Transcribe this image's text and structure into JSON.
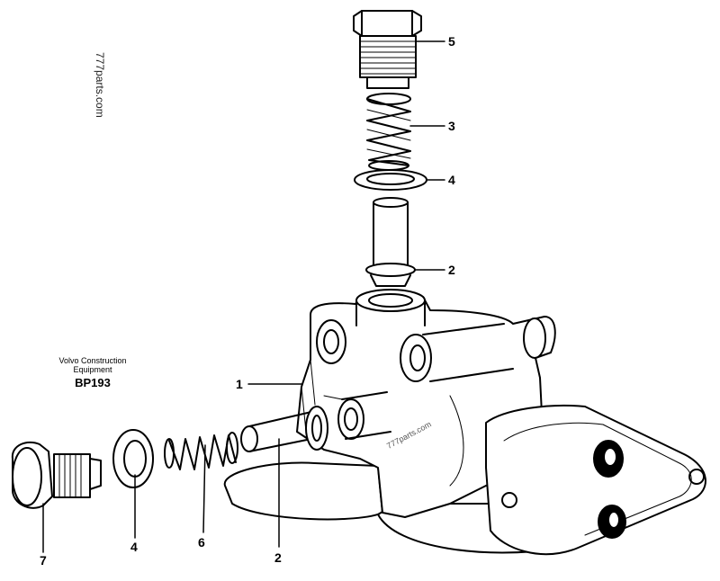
{
  "watermark": "777parts.com",
  "watermark_inner": "777parts.com",
  "caption": {
    "line1": "Volvo Construction",
    "line2": "Equipment",
    "code": "BP193"
  },
  "callouts": {
    "c1": "1",
    "c2_top": "2",
    "c2_bottom": "2",
    "c3": "3",
    "c4_top": "4",
    "c4_bottom": "4",
    "c5": "5",
    "c6": "6",
    "c7": "7"
  }
}
